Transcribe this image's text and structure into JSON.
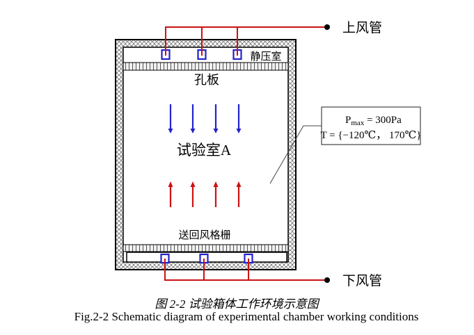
{
  "colors": {
    "pipe_red": "#cc1111",
    "flow_blue": "#2222cc",
    "leader_gray": "#444444",
    "wall_stroke": "#000000"
  },
  "diagram": {
    "upper_duct_label": "上风管",
    "lower_duct_label": "下风管",
    "static_pressure_room_label": "静压室",
    "orifice_plate_label": "孔板",
    "test_room_label": "试验室A",
    "supply_return_grille_label": "送回风格栅"
  },
  "condition_box": {
    "p_symbol": "P",
    "p_subscript": "max",
    "p_rest": " = 300Pa",
    "t_line": "T = {−120℃， 170℃}"
  },
  "caption": {
    "zh": "图 2-2 试验箱体工作环境示意图",
    "en": "Fig.2-2 Schematic diagram of experimental chamber working conditions"
  }
}
